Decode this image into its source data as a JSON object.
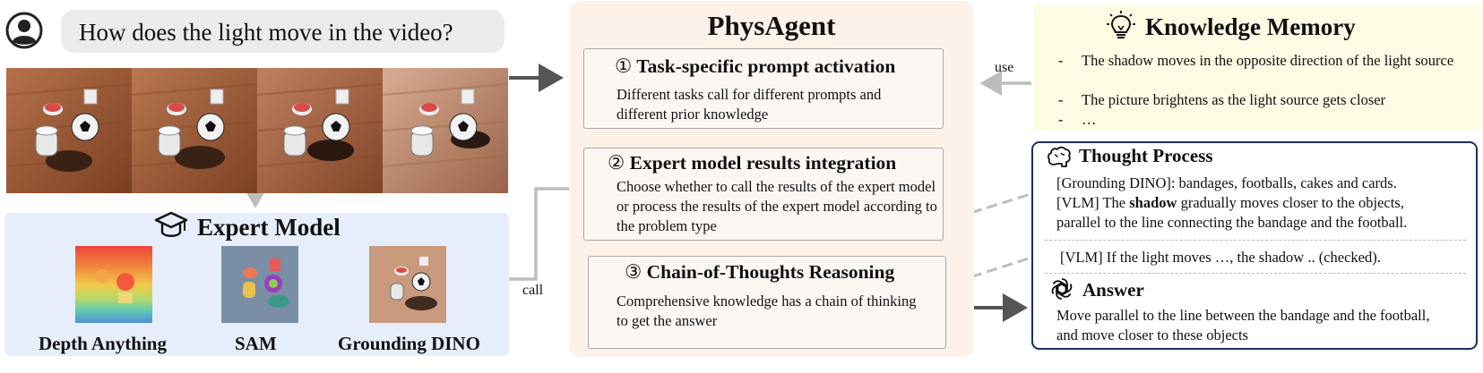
{
  "question": {
    "text": "How does the light move in the video?"
  },
  "expert_model": {
    "title": "Expert Model",
    "tools": [
      {
        "label": "Depth Anything"
      },
      {
        "label": "SAM"
      },
      {
        "label": "Grounding DINO"
      }
    ]
  },
  "physagent": {
    "title": "PhysAgent",
    "steps": [
      {
        "number": "①",
        "heading": "Task-specific prompt activation",
        "body": "Different tasks call for different prompts and different prior knowledge"
      },
      {
        "number": "②",
        "heading": "Expert model results integration",
        "body": "Choose whether to call the results of the expert model or process the results of the expert model according to the problem type"
      },
      {
        "number": "③",
        "heading": "Chain-of-Thoughts Reasoning",
        "body": "Comprehensive knowledge has a chain of thinking to get the answer"
      }
    ]
  },
  "knowledge_memory": {
    "title": "Knowledge Memory",
    "bullet": "-",
    "items": [
      "The shadow moves in the opposite direction of the light source",
      "The picture brightens as the light source gets closer",
      "…"
    ]
  },
  "thought_process": {
    "title": "Thought Process",
    "line1": "[Grounding DINO]: bandages, footballs, cakes and cards.",
    "line2_prefix": "[VLM] The ",
    "line2_bold": "shadow",
    "line2_suffix": " gradually moves closer to the objects,",
    "line3": "parallel to the line connecting the bandage and the football.",
    "line4": "[VLM] If the light moves …, the shadow .. (checked)."
  },
  "answer": {
    "title": "Answer",
    "line1": "Move parallel to the line between the bandage and the football,",
    "line2": "and move closer to these objects"
  },
  "connectors": {
    "use": "use",
    "call": "call"
  },
  "colors": {
    "expert_panel": "#e6eefb",
    "physagent_panel": "#fdf2ea",
    "memory_panel": "#fefbe4",
    "thought_border": "#1c2f5c",
    "arrow_dark": "#555555",
    "arrow_light": "#bdbdbd"
  }
}
